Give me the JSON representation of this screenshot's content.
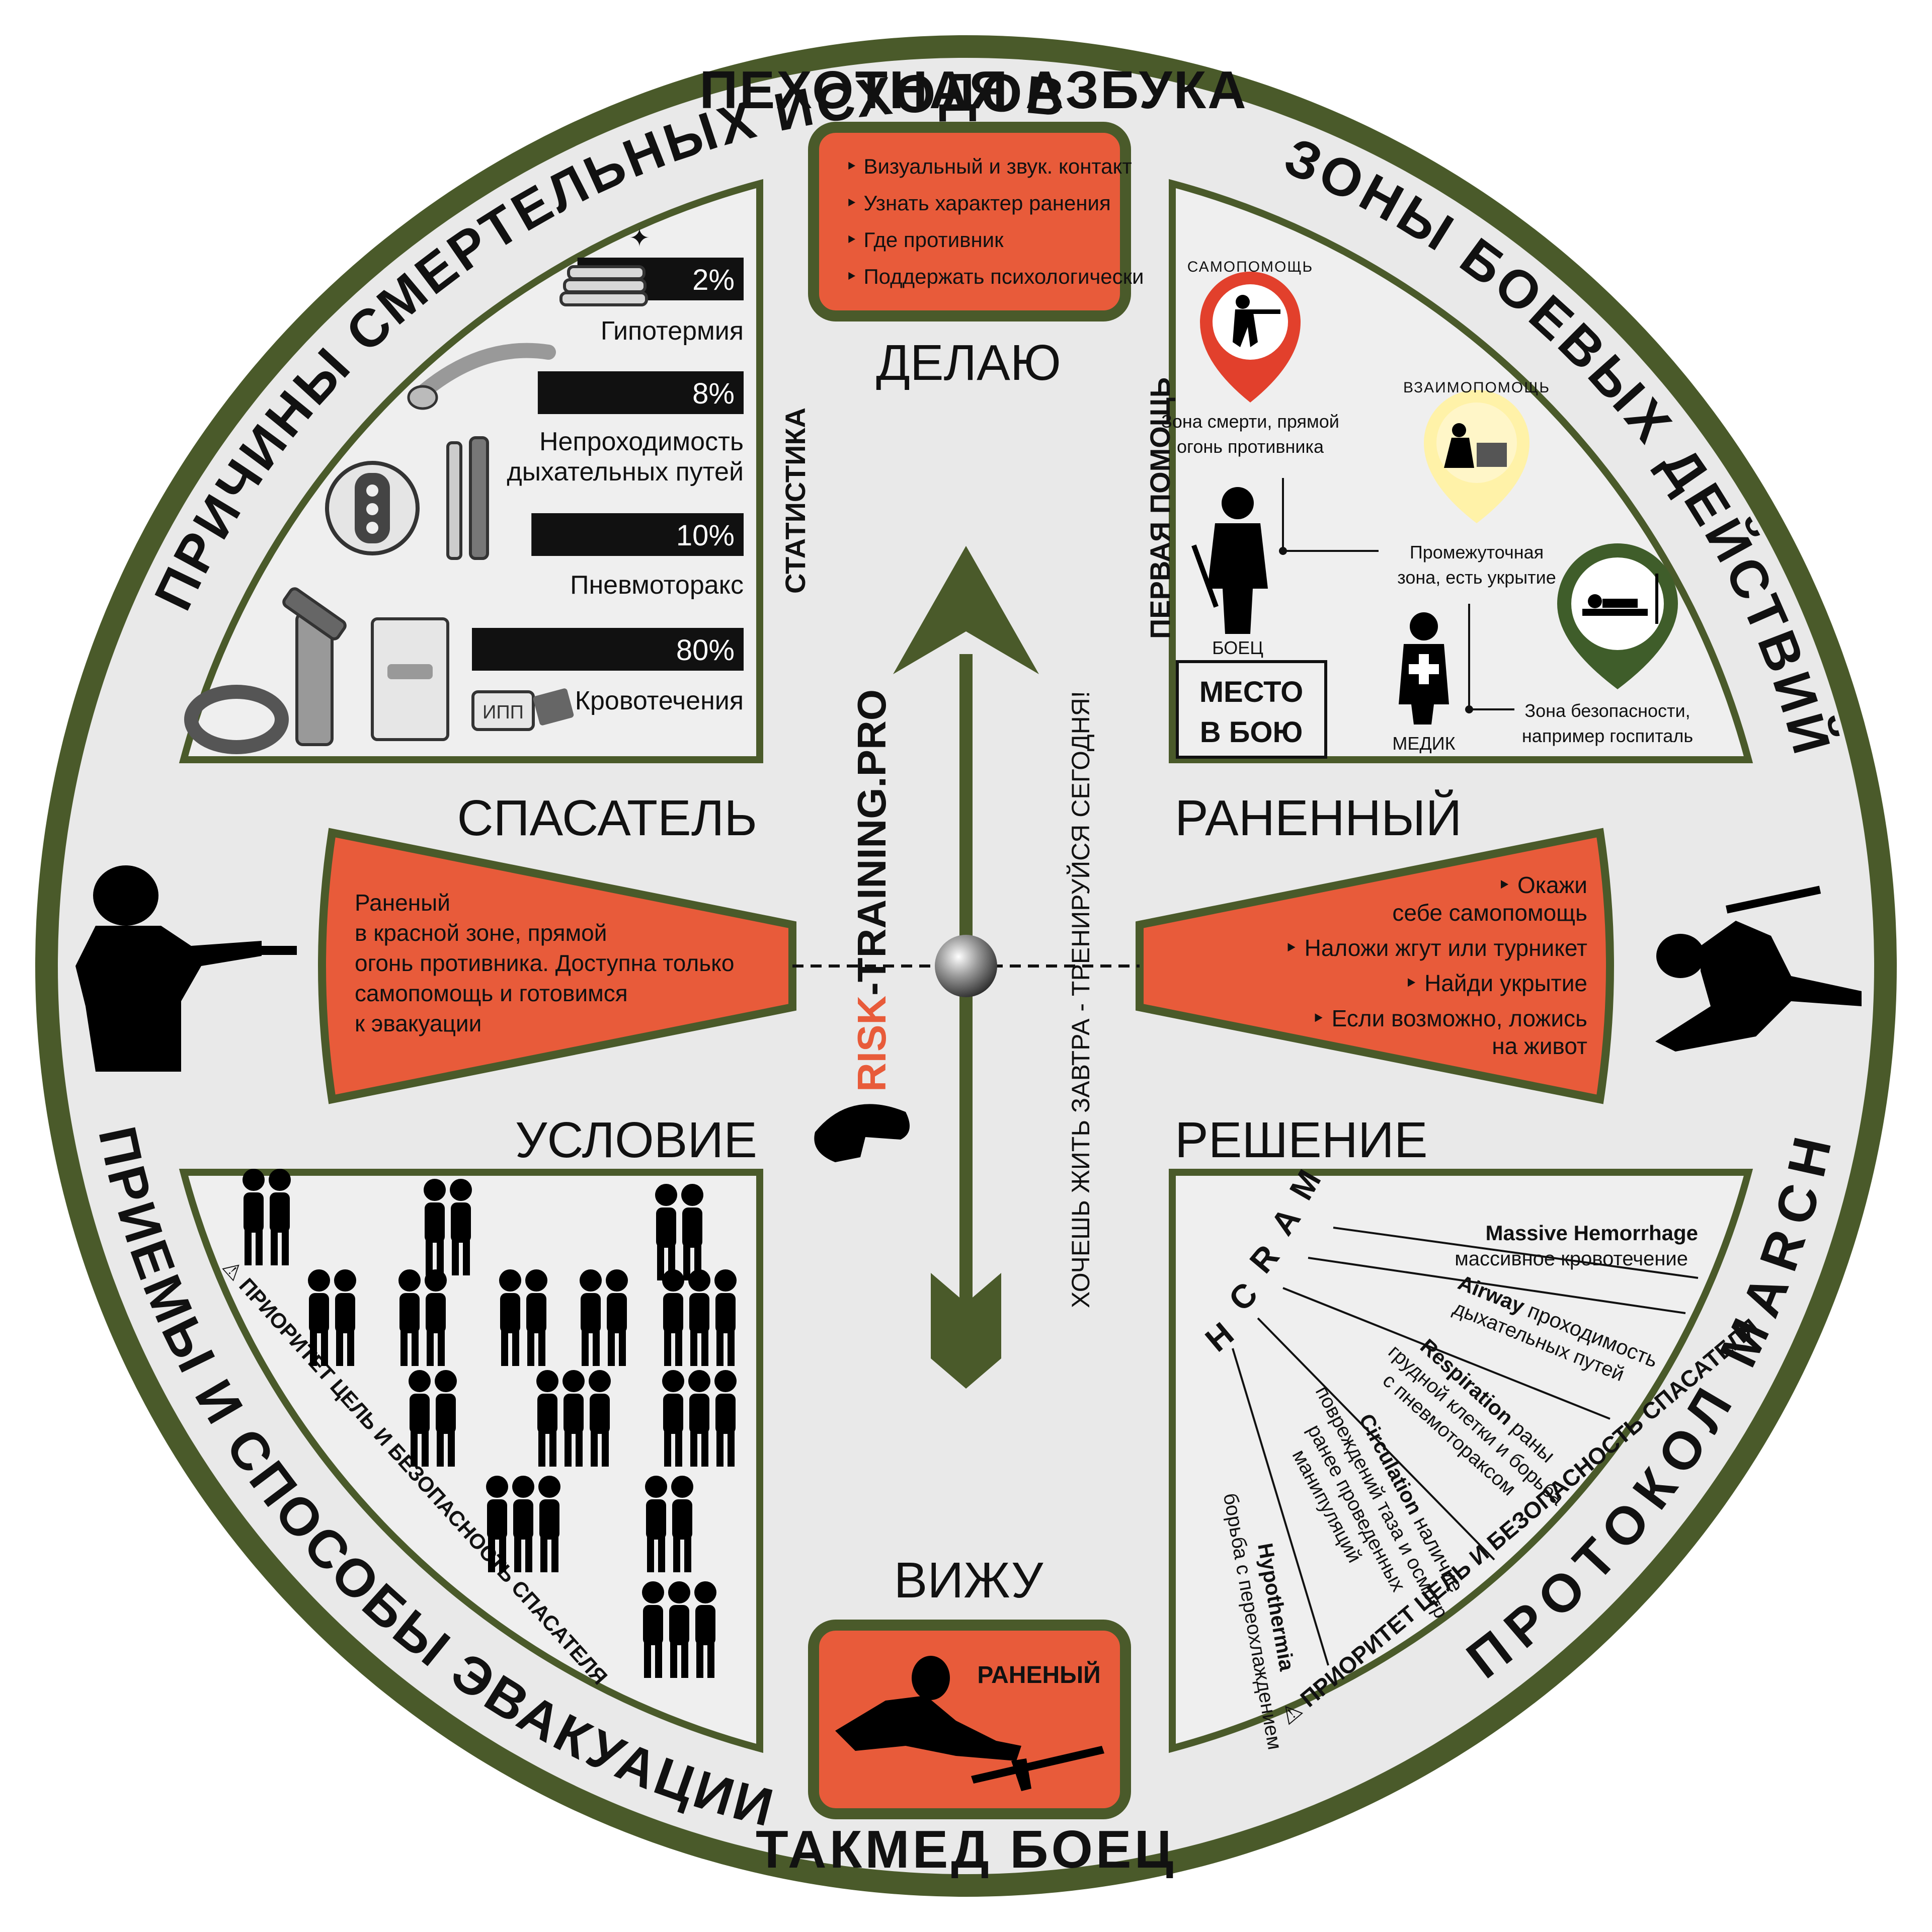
{
  "colors": {
    "olive": "#4a5a2a",
    "red": "#e85b3a",
    "panel": "#ececec",
    "dark": "#111111",
    "bg": "#e9e9e9",
    "yellow": "#fff2a8",
    "zone_red": "#e2402c",
    "zone_green": "#3f5d2a"
  },
  "ring": {
    "top": "ПЕХОТНАЯ АЗБУКА",
    "left_top": "ПРИЧИНЫ СМЕРТЕЛЬНЫХ ИСХОДОВ",
    "right_top": "ЗОНЫ БОЕВЫХ ДЕЙСТВИЙ",
    "left_bottom": "ПРИЕМЫ И СПОСОБЫ ЭВАКУАЦИИ",
    "right_bottom": "ПРОТОКОЛ MARCH",
    "bottom": "ТАКМЕД БОЕЦ"
  },
  "axis": {
    "top": "ДЕЛАЮ",
    "bottom": "ВИЖУ",
    "left_upper": "СПАСАТЕЛЬ",
    "right_upper": "РАНЕННЫЙ",
    "left_lower": "УСЛОВИЕ",
    "right_lower": "РЕШЕНИЕ"
  },
  "top_box": {
    "items": [
      "Визуальный и звук. контакт",
      "Узнать характер ранения",
      "Где противник",
      "Поддержать психологически"
    ]
  },
  "bottom_box": {
    "label": "РАНЕНЫЙ"
  },
  "left_card": {
    "lines": [
      "Раненый",
      "в красной зоне, прямой",
      "огонь противника. Доступна только",
      "самопомощь и готовимся",
      "к эвакуации"
    ]
  },
  "right_card": {
    "lines": [
      "Окажи",
      "себе самопомощь",
      "Наложи жгут или турникет",
      "Найди укрытие",
      "Если возможно, ложись",
      "на живот"
    ]
  },
  "stats": {
    "side_label": "СТАТИСТИКА",
    "items": [
      {
        "value": 2,
        "value_label": "2%",
        "name": [
          "Гипотермия"
        ]
      },
      {
        "value": 8,
        "value_label": "8%",
        "name": [
          "Непроходимость",
          "дыхательных путей"
        ]
      },
      {
        "value": 10,
        "value_label": "10%",
        "name": [
          "Пневмоторакс"
        ]
      },
      {
        "value": 80,
        "value_label": "80%",
        "name": [
          "Кровотечения"
        ]
      }
    ],
    "ipp_label": "ИПП"
  },
  "zones": {
    "side_label": "ПЕРВАЯ ПОМОЩЬ",
    "self_help": "САМОПОМОЩЬ",
    "mutual_help": "ВЗАИМОПОМОЩЬ",
    "death_zone": [
      "Зона смерти, прямой",
      "огонь противника"
    ],
    "middle_zone": [
      "Промежуточная",
      "зона, есть укрытие"
    ],
    "safe_zone": [
      "Зона безопасности,",
      "например госпиталь"
    ],
    "fighter": "БОЕЦ",
    "medic": "МЕДИК",
    "place": [
      "МЕСТО",
      "В БОЮ"
    ]
  },
  "evac": {
    "priority": "ПРИОРИТЕТ ЦЕЛЬ И БЕЗОПАСНОСТЬ СПАСАТЕЛЯ"
  },
  "march": {
    "priority": "ПРИОРИТЕТ ЦЕЛЬ И БЕЗОПАСНОСТЬ СПАСАТЕЛЯ",
    "letters": [
      "M",
      "A",
      "R",
      "C",
      "H"
    ],
    "items": [
      {
        "en": "Massive Hemorrhage",
        "ru": [
          "массивное кровотечение"
        ]
      },
      {
        "en": "Airway",
        "ru": [
          "проходимость",
          "дыхательных путей"
        ]
      },
      {
        "en": "Respiration",
        "ru": [
          "раны",
          "грудной клетки и борьба",
          "с пневмотораксом"
        ]
      },
      {
        "en": "Circulation",
        "ru": [
          "наличие",
          "повреждений таза и осмотр",
          "ранее проведенных",
          "манипуляций"
        ]
      },
      {
        "en": "Hypothermia",
        "ru": [
          "борьба с переохлаждением"
        ]
      }
    ]
  },
  "center": {
    "site_red": "RISK",
    "site_rest": "-TRAINING.PRO",
    "slogan": "ХОЧЕШЬ ЖИТЬ ЗАВТРА - ТРЕНИРУЙСЯ СЕГОДНЯ!"
  }
}
